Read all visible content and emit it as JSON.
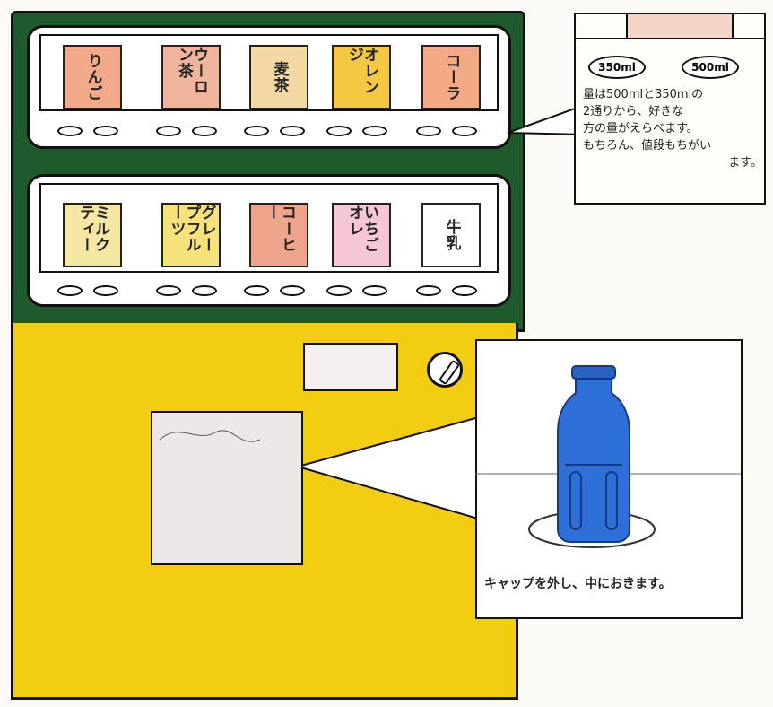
{
  "row1": {
    "products": [
      {
        "label": "りんご",
        "color": "#f1a98a"
      },
      {
        "label": "ウーロン茶",
        "color": "#f0b49c"
      },
      {
        "label": "麦茶",
        "color": "#f3d8a4"
      },
      {
        "label": "オレンジ",
        "color": "#f5c843"
      },
      {
        "label": "コーラ",
        "color": "#f3a886"
      }
    ]
  },
  "row2": {
    "products": [
      {
        "label": "ミルクティー",
        "color": "#f6e6a4"
      },
      {
        "label": "グレープフルーツ",
        "color": "#f6e27a"
      },
      {
        "label": "コーヒー",
        "color": "#eea58c"
      },
      {
        "label": "いちごオレ",
        "color": "#f4c6d6"
      },
      {
        "label": "牛乳",
        "color": "#ffffff"
      }
    ]
  },
  "info_bubble": {
    "size_small": "350ml",
    "size_large": "500ml",
    "lines": [
      "量は500mlと350mlの",
      "2通りから、好きな",
      "方の量がえらべます。",
      "もちろん、値段もちがい",
      "ます。"
    ]
  },
  "outlet_bubble": {
    "caption": "キャップを外し、中におきます。"
  },
  "colors": {
    "machine_top": "#1f5a2c",
    "machine_bottom": "#f2cd12",
    "bottle": "#2f6fd8"
  }
}
